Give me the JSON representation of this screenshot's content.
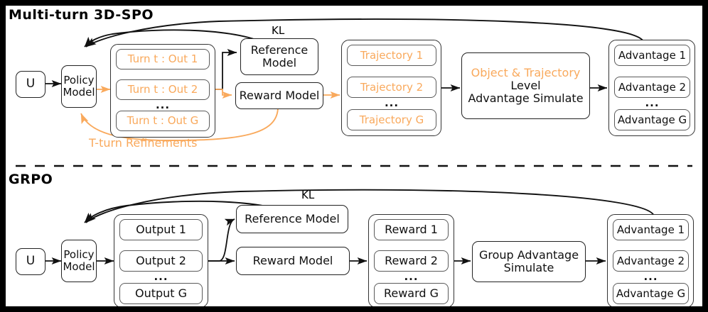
{
  "figure": {
    "border_color": "#000000",
    "background": "#ffffff",
    "accent_orange": "#F9A95C",
    "ink_black": "#111111"
  },
  "panels": [
    {
      "id": "top",
      "title": "Multi-turn 3D-SPO",
      "kl_label": "KL",
      "loop_caption": "T-turn Refinements",
      "input_node": "U",
      "policy_node": "Policy\nModel",
      "outputs_group": {
        "items": [
          "Turn t : Out 1",
          "Turn t : Out 2",
          "Turn t : Out G"
        ],
        "ellipsis": "..."
      },
      "reference_node": "Reference\nModel",
      "reward_node": "Reward Model",
      "middle_group": {
        "items": [
          "Trajectory 1",
          "Trajectory 2",
          "Trajectory G"
        ],
        "ellipsis": "..."
      },
      "simulate_node": {
        "line1": "Object & Trajectory",
        "line2": "Level",
        "line3": "Advantage Simulate"
      },
      "advantage_group": {
        "items": [
          "Advantage 1",
          "Advantage 2",
          "Advantage G"
        ],
        "ellipsis": "..."
      }
    },
    {
      "id": "bottom",
      "title": "GRPO",
      "kl_label": "KL",
      "input_node": "U",
      "policy_node": "Policy\nModel",
      "outputs_group": {
        "items": [
          "Output 1",
          "Output 2",
          "Output G"
        ],
        "ellipsis": "..."
      },
      "reference_node": "Reference Model",
      "reward_node": "Reward Model",
      "middle_group": {
        "items": [
          "Reward 1",
          "Reward 2",
          "Reward G"
        ],
        "ellipsis": "..."
      },
      "simulate_node": {
        "line1": "Group Advantage",
        "line2": "Simulate"
      },
      "advantage_group": {
        "items": [
          "Advantage 1",
          "Advantage 2",
          "Advantage G"
        ],
        "ellipsis": "..."
      }
    }
  ]
}
